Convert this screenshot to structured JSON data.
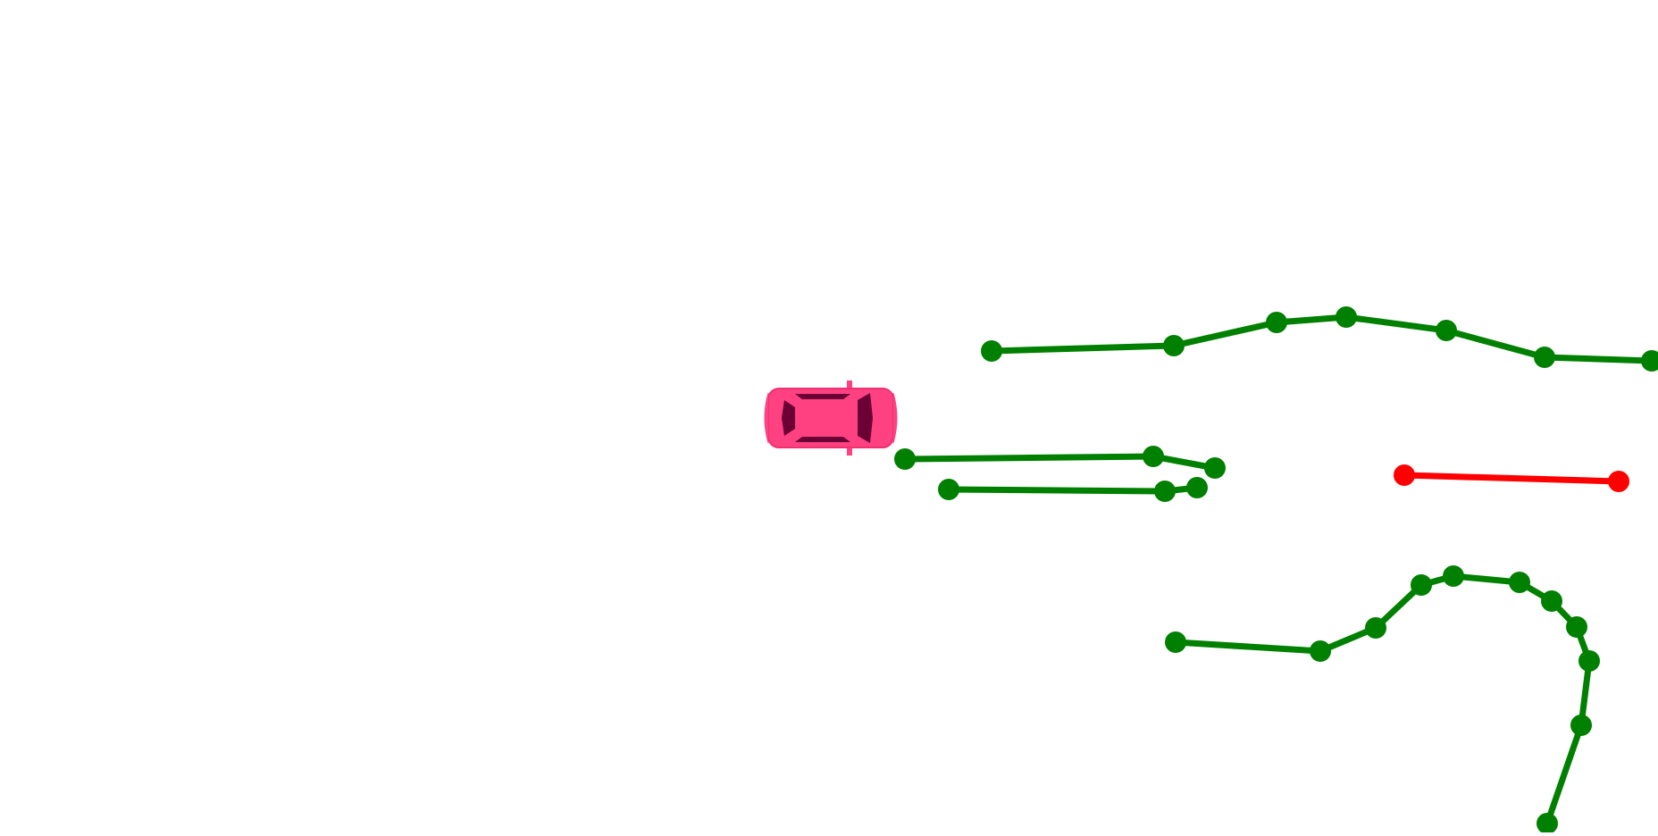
{
  "scene": {
    "background_color": "#ffffff",
    "vehicle": {
      "icon": "car-icon",
      "body_color": "#ff4081",
      "window_color": "#6a0034",
      "heading": "right"
    },
    "polylines": [
      {
        "id": "green-line-1",
        "status": "normal",
        "color": "#008000",
        "points": [
          [
            0,
            0
          ],
          [
            1,
            0
          ],
          [
            2,
            0
          ],
          [
            3,
            0
          ],
          [
            4,
            0
          ],
          [
            5,
            0
          ],
          [
            6,
            0
          ],
          [
            7,
            0
          ]
        ]
      },
      {
        "id": "green-line-2",
        "status": "normal",
        "color": "#008000",
        "points": [
          [
            0,
            0
          ],
          [
            1,
            0
          ],
          [
            2,
            0
          ]
        ]
      },
      {
        "id": "green-line-3",
        "status": "normal",
        "color": "#008000",
        "points": [
          [
            0,
            0
          ],
          [
            1,
            0
          ],
          [
            2,
            0
          ]
        ]
      },
      {
        "id": "red-line",
        "status": "highlighted",
        "color": "#ff0000",
        "points": [
          [
            0,
            0
          ],
          [
            1,
            0
          ]
        ]
      },
      {
        "id": "green-line-curve",
        "status": "normal",
        "color": "#008000",
        "points": [
          [
            0,
            0
          ],
          [
            1,
            0
          ],
          [
            2,
            0
          ],
          [
            3,
            0
          ],
          [
            4,
            0
          ],
          [
            5,
            0
          ],
          [
            6,
            0
          ],
          [
            7,
            0
          ],
          [
            8,
            0
          ],
          [
            9,
            0
          ],
          [
            10,
            0
          ],
          [
            11,
            0
          ],
          [
            12,
            0
          ]
        ]
      }
    ]
  }
}
